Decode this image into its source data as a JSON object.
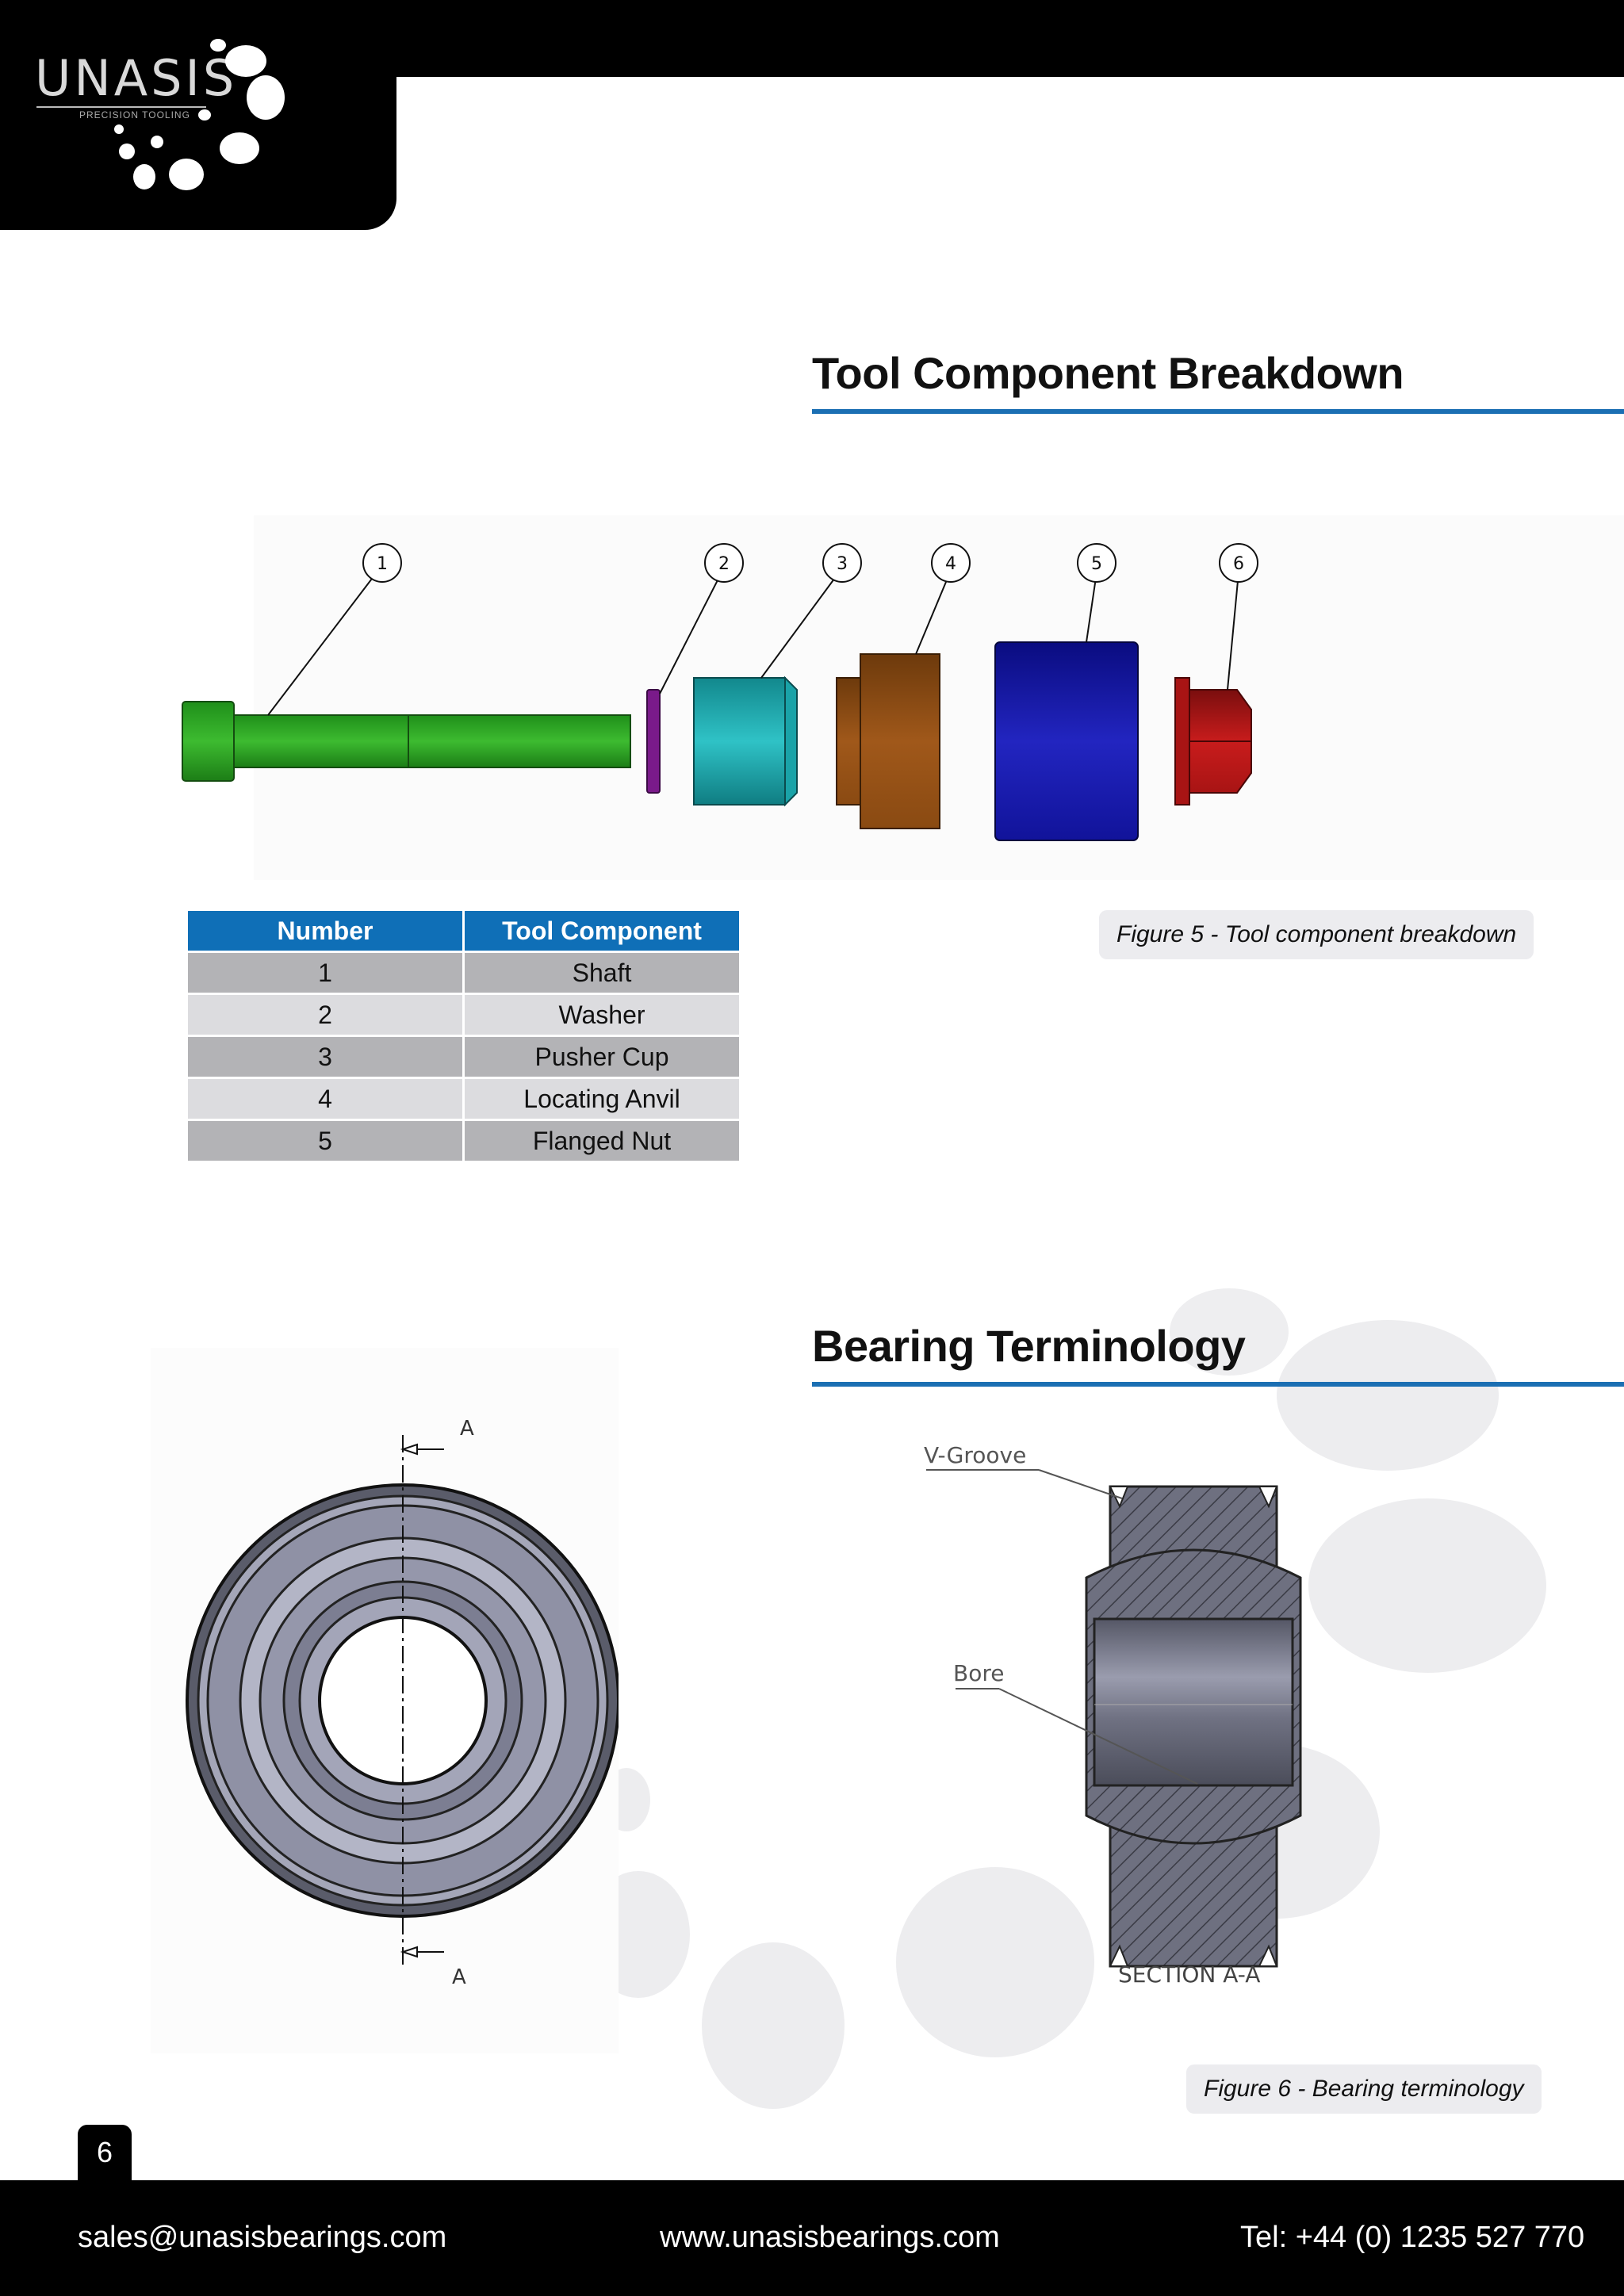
{
  "brand": {
    "name": "UNASIS",
    "tagline": "PRECISION TOOLING"
  },
  "section1": {
    "title": "Tool Component Breakdown",
    "callouts": [
      "1",
      "2",
      "3",
      "4",
      "5",
      "6"
    ],
    "table": {
      "headers": [
        "Number",
        "Tool Component"
      ],
      "rows": [
        [
          "1",
          "Shaft"
        ],
        [
          "2",
          "Washer"
        ],
        [
          "3",
          "Pusher Cup"
        ],
        [
          "4",
          "Locating Anvil"
        ],
        [
          "5",
          "Flanged Nut"
        ]
      ]
    },
    "caption": "Figure 5 - Tool component breakdown"
  },
  "section2": {
    "title": "Bearing Terminology",
    "labels": {
      "section_marker_top": "A",
      "section_marker_bottom": "A",
      "v_groove": "V-Groove",
      "bore": "Bore",
      "section": "SECTION A-A"
    },
    "caption": "Figure 6 - Bearing terminology"
  },
  "page_number": "6",
  "footer": {
    "email": "sales@unasisbearings.com",
    "website": "www.unasisbearings.com",
    "phone": "Tel: +44 (0) 1235 527 770"
  },
  "colors": {
    "accent": "#1b6fb3",
    "table_header": "#0f6fb7",
    "component_1": "#2a9a22",
    "component_2": "#7a1a8a",
    "component_3": "#1aa3a8",
    "component_4": "#8a4a12",
    "component_5": "#11139a",
    "component_6": "#a81414"
  }
}
